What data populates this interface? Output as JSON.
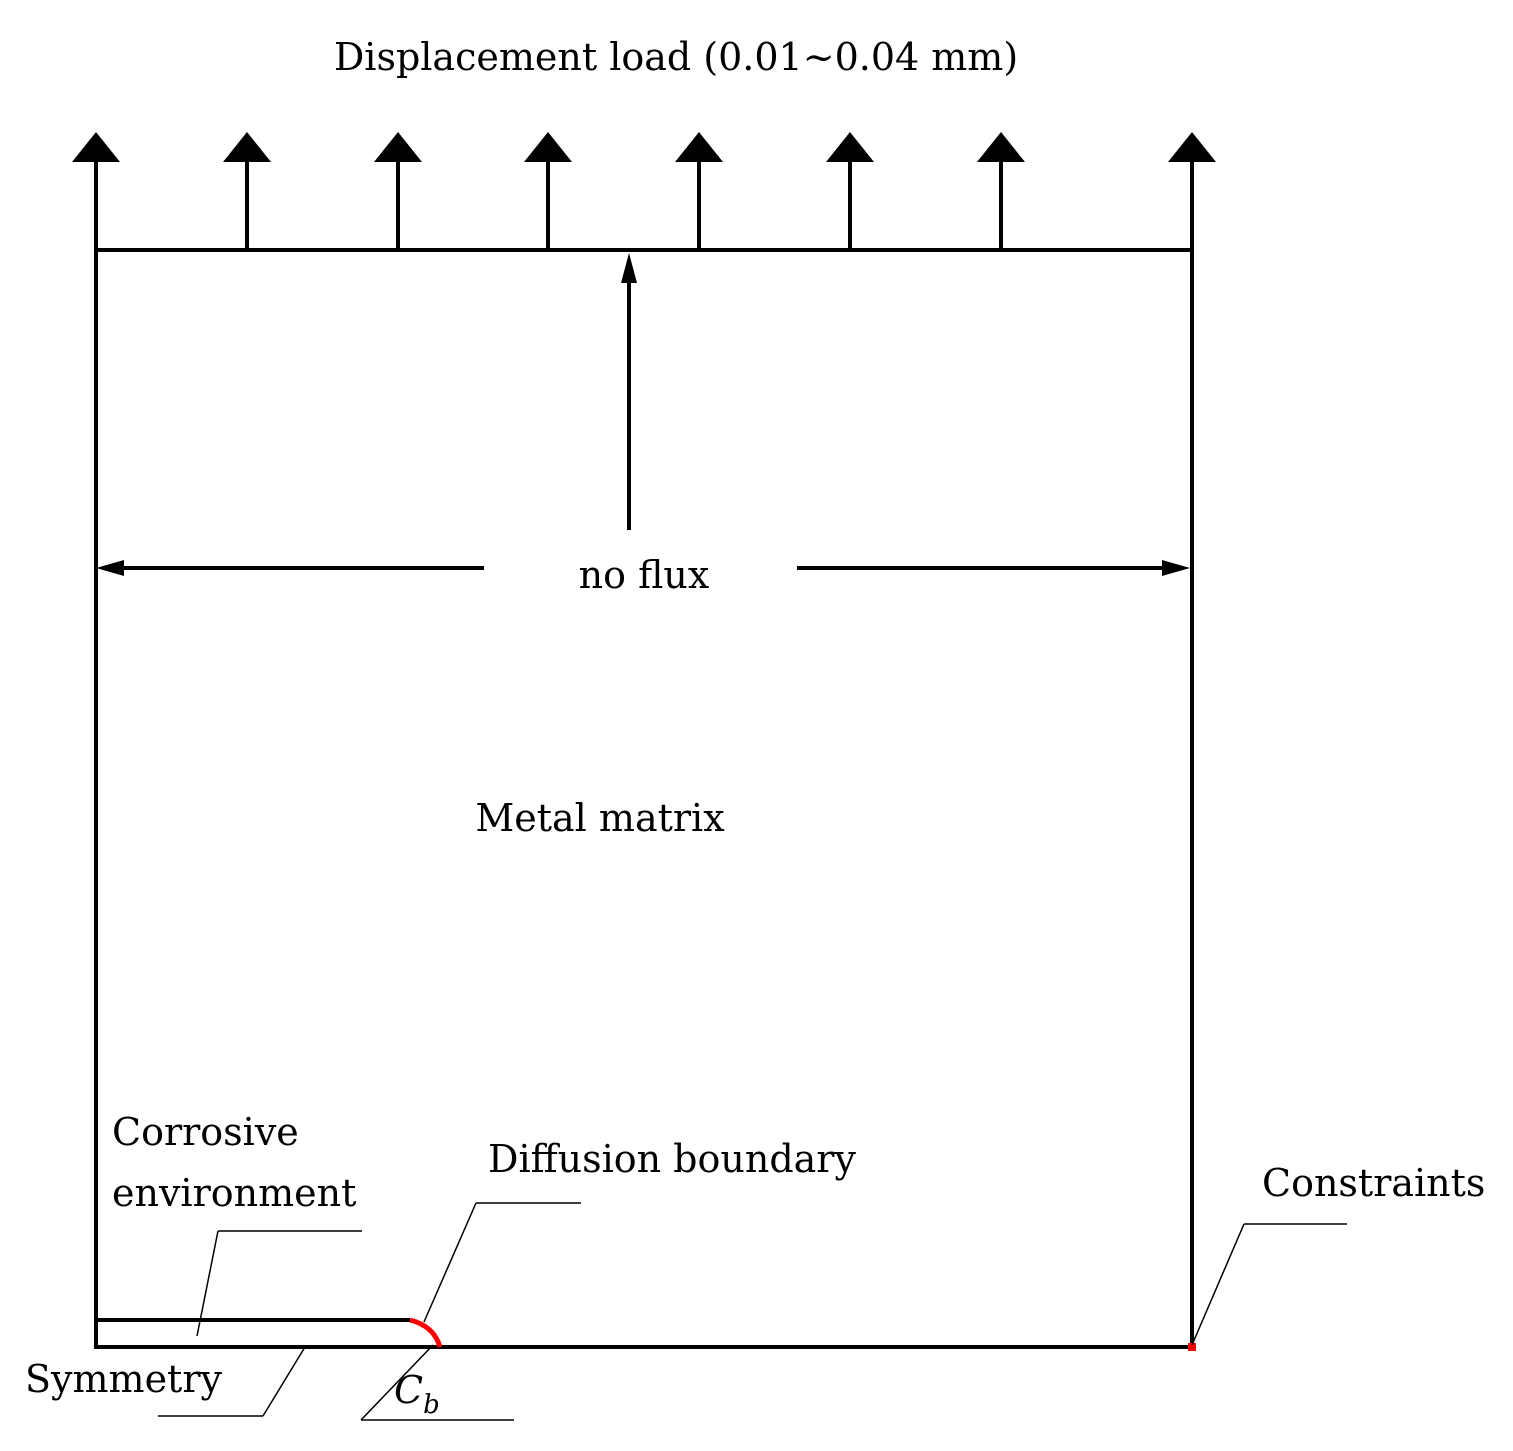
{
  "labels": {
    "displacement": "Displacement load  (0.01~0.04 mm)",
    "no_flux": "no flux",
    "metal_matrix": "Metal matrix",
    "corrosive_line1": "Corrosive",
    "corrosive_line2": "environment",
    "diffusion_boundary": "Diffusion boundary",
    "constraints": "Constraints",
    "symmetry": "Symmetry",
    "cb_main": "C",
    "cb_sub": "b"
  },
  "colors": {
    "line": "#000000",
    "highlight": "#ff0000"
  }
}
